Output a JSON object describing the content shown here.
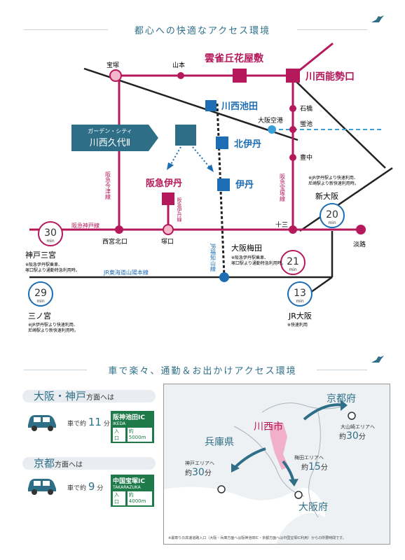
{
  "section1": {
    "title": "都心への快適なアクセス環境"
  },
  "garden": {
    "line1": "ガーデン・シティ",
    "line2": "川西久代Ⅱ"
  },
  "stations": {
    "takarazuka": "宝塚",
    "yamamoto": "山本",
    "hibarigaoka": "雲雀丘花屋敷",
    "kawanishinose": "川西能勢口",
    "kawanishiikeda": "川西池田",
    "ishibashi": "石橋",
    "osakakuko": "大阪空港",
    "hotarugaike": "蛍池",
    "kitaitami": "北伊丹",
    "toyonaka": "豊中",
    "hankyuitami": "阪急伊丹",
    "itami": "伊丹",
    "shinosaka": "新大阪",
    "kobesannomiya": "神戸三宮",
    "nishinomiyakitaguchi": "西宮北口",
    "tsukaguchi": "塚口",
    "juso": "十三",
    "awaji": "淡路",
    "osakaumeda": "大阪梅田",
    "sannomiya": "三ノ宮",
    "jrosaka": "JR大阪"
  },
  "lines": {
    "imazu": "阪急今津線",
    "kobe": "阪急神戸線",
    "itamiline": "阪急伊丹線",
    "takarazukaline": "阪急宝塚線",
    "fukuchiyama": "JR福知山線",
    "tokaido": "JR東海道山陽本線"
  },
  "times": {
    "kobesannomiya": {
      "value": "30",
      "unit": "min"
    },
    "shinosaka": {
      "value": "20",
      "unit": "min"
    },
    "osakaumeda": {
      "value": "21",
      "unit": "min"
    },
    "sannomiya": {
      "value": "29",
      "unit": "min"
    },
    "jrosaka": {
      "value": "13",
      "unit": "min"
    }
  },
  "notes": {
    "kobesannomiya": [
      "※阪急伊丹駅乗車、",
      "塚口駅より通勤特急利用時。"
    ],
    "shinosaka": [
      "※JR伊丹駅より快速利用、",
      "尼崎駅より新快速利用時。"
    ],
    "osakaumeda": [
      "※阪急伊丹駅乗車、",
      "塚口駅より通勤特急利用時。"
    ],
    "sannomiya": [
      "※JR伊丹駅より快速利用、",
      "尼崎駅より新快速利用時。"
    ],
    "jrosaka": [
      "※快速利用"
    ]
  },
  "section2": {
    "title": "車で楽々、通勤＆お出かけアクセス環境"
  },
  "routes": [
    {
      "dest": "大阪・神戸",
      "suffix": "方面へは",
      "prefix": "車で約",
      "time": "11",
      "unit": "分",
      "ic_name": "阪神池田IC",
      "ic_sub": "IKEDA",
      "entrance": "入口",
      "distance": "約5000m"
    },
    {
      "dest": "京都",
      "suffix": "方面へは",
      "prefix": "車で約",
      "time": "9",
      "unit": "分",
      "ic_name": "中国宝塚IC",
      "ic_sub": "TAKARAZUKA",
      "entrance": "入口",
      "distance": "約4000m"
    }
  ],
  "map2": {
    "kyoto": "京都府",
    "kawanishi": "川西市",
    "hyogo": "兵庫県",
    "osaka": "大阪府",
    "oyamazaki_label": "大山崎エリアへ",
    "oyamazaki_prefix": "約",
    "oyamazaki_time": "30",
    "oyamazaki_unit": "分",
    "kobe_label": "神戸エリアへ",
    "kobe_prefix": "約",
    "kobe_time": "30",
    "kobe_unit": "分",
    "umeda_label": "梅田エリアへ",
    "umeda_prefix": "約",
    "umeda_time": "15",
    "umeda_unit": "分",
    "footnote": "※最寄りの高速道路入口（大阪・兵庫方面へは阪神池田IC・京都方面へは中国宝塚IC利用）からの所要時間です。"
  },
  "colors": {
    "hankyu": "#b5195b",
    "jr": "#1c6db4",
    "blue_box": "#1c6db4",
    "teal": "#2e6f87",
    "ic_green": "#1f7a4a"
  }
}
